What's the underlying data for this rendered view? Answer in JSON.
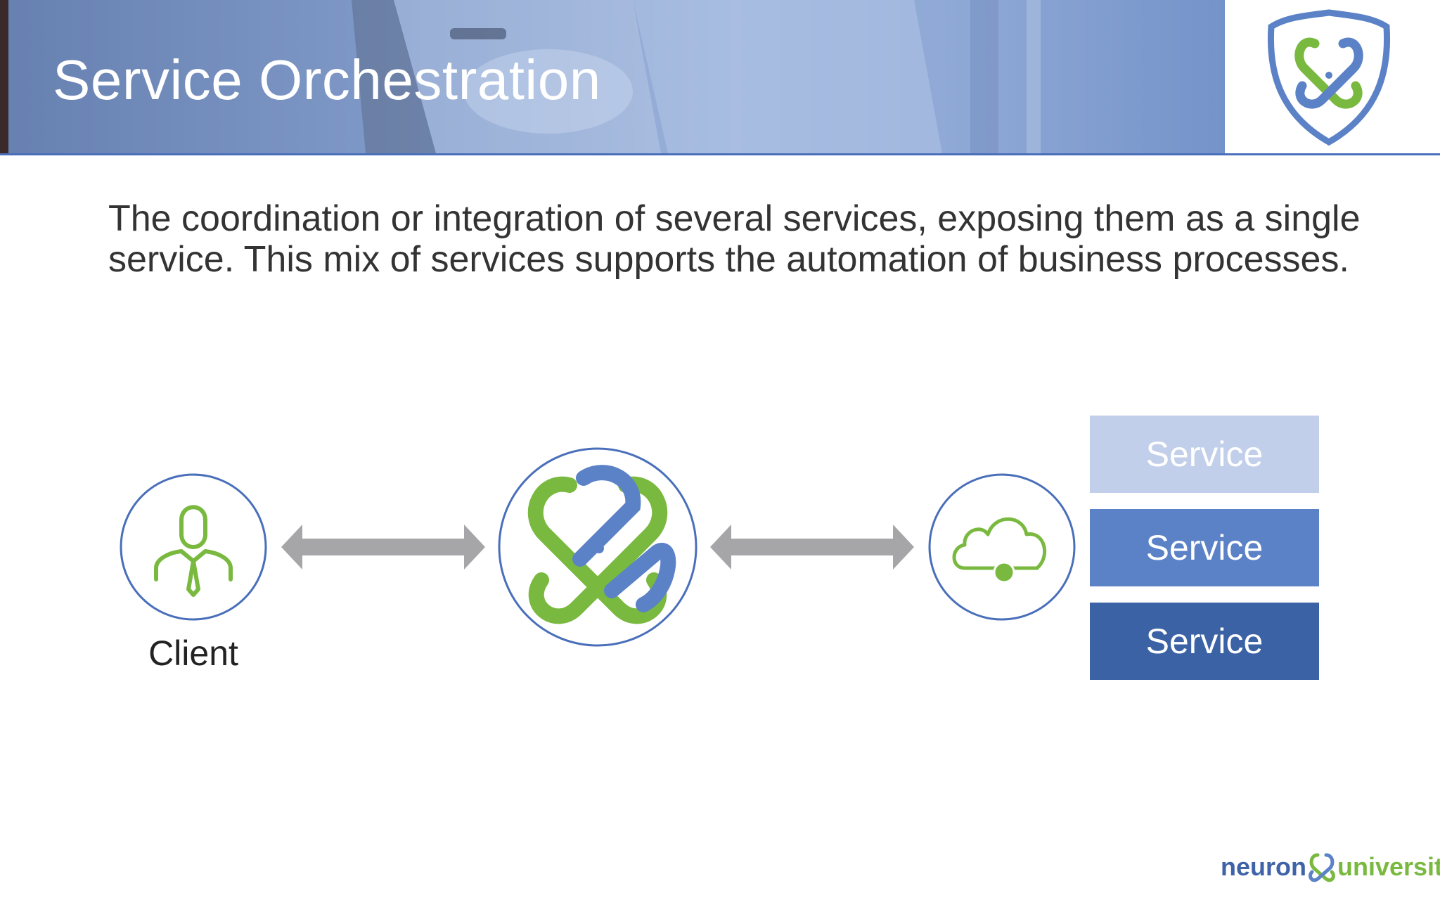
{
  "header": {
    "title": "Service Orchestration"
  },
  "description": "The coordination or integration of several services, exposing them as a single service. This mix of services supports the automation of business processes.",
  "diagram": {
    "client_label": "Client",
    "services": [
      {
        "label": "Service",
        "color": "#c2cfea"
      },
      {
        "label": "Service",
        "color": "#5b82c6"
      },
      {
        "label": "Service",
        "color": "#3b62a4"
      }
    ]
  },
  "footer": {
    "brand_part1": "neuron",
    "brand_part2": "university"
  },
  "colors": {
    "green": "#7ab93f",
    "blue": "#4f7ecf",
    "circle_border": "#4a6fba",
    "arrow": "#a6a6a8"
  }
}
